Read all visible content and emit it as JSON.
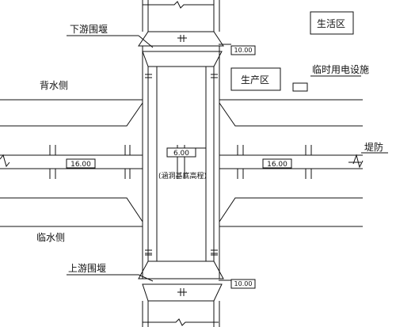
{
  "labels": {
    "downstream_cofferdam": "下游围堰",
    "upstream_cofferdam": "上游围堰",
    "living_area": "生活区",
    "production_area": "生产区",
    "temp_power": "临时用电设施",
    "back_water_side": "背水侧",
    "facing_water_side": "临水侧",
    "levee": "堤防",
    "culvert_note": "(涵洞基底高程)"
  },
  "elevations": {
    "downstream": "10.00",
    "upstream": "10.00",
    "left_levee": "16.00",
    "right_levee": "16.00",
    "culvert_base": "6.00"
  }
}
